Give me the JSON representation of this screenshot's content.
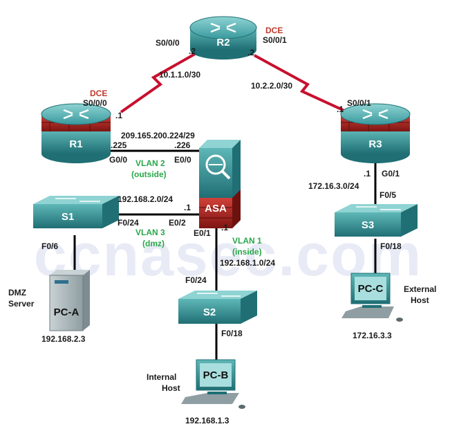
{
  "watermark": "ccnasec.com",
  "colors": {
    "serial_link": "#c8102e",
    "ethernet_link": "#000000",
    "router_body": "#2e8b8b",
    "firewall_red": "#b22222",
    "vlan_green": "#2aa84a",
    "dce_red": "#c0392b"
  },
  "devices": {
    "r1": {
      "name": "R1",
      "icon": "firewall-router-icon"
    },
    "r2": {
      "name": "R2",
      "icon": "router-icon"
    },
    "r3": {
      "name": "R3",
      "icon": "firewall-router-icon"
    },
    "asa": {
      "name": "ASA",
      "icon": "asa-firewall-icon"
    },
    "s1": {
      "name": "S1",
      "icon": "switch-icon"
    },
    "s2": {
      "name": "S2",
      "icon": "switch-icon"
    },
    "s3": {
      "name": "S3",
      "icon": "switch-icon"
    },
    "pca": {
      "name": "PC-A",
      "icon": "server-icon",
      "ip": "192.168.2.3",
      "role": [
        "DMZ",
        "Server"
      ]
    },
    "pcb": {
      "name": "PC-B",
      "icon": "pc-icon",
      "ip": "192.168.1.3",
      "role": [
        "Internal",
        "Host"
      ]
    },
    "pcc": {
      "name": "PC-C",
      "icon": "pc-icon",
      "ip": "172.16.3.3",
      "role": [
        "External",
        "Host"
      ]
    }
  },
  "labels": {
    "r2_s000": "S0/0/0",
    "r2_s000_ip": ".2",
    "r2_dce": "DCE",
    "r2_s001": "S0/0/1",
    "r2_s001_ip": ".2",
    "net_r1_r2": "10.1.1.0/30",
    "net_r2_r3": "10.2.2.0/30",
    "r1_dce": "DCE",
    "r1_s000": "S0/0/0",
    "r1_s000_ip": ".1",
    "r3_s001": "S0/0/1",
    "r3_s001_ip": ".1",
    "net_outside": "209.165.200.224/29",
    "r1_g00_ip": ".225",
    "asa_e00_ip": ".226",
    "r1_g00": "G0/0",
    "asa_e00": "E0/0",
    "vlan2": "VLAN 2",
    "vlan2_name": "(outside)",
    "r3_g01_ip": ".1",
    "r3_g01": "G0/1",
    "net_r3_lan": "172.16.3.0/24",
    "s3_f05": "F0/5",
    "net_dmz": "192.168.2.0/24",
    "asa_e02_ip": ".1",
    "s1_f024": "F0/24",
    "asa_e02": "E0/2",
    "vlan3": "VLAN 3",
    "vlan3_name": "(dmz)",
    "asa_e01": "E0/1",
    "asa_e01_ip": ".1",
    "vlan1": "VLAN 1",
    "vlan1_name": "(inside)",
    "net_inside": "192.168.1.0/24",
    "s1_f06": "F0/6",
    "s2_f024": "F0/24",
    "s2_f018": "F0/18",
    "s3_f018": "F0/18"
  }
}
